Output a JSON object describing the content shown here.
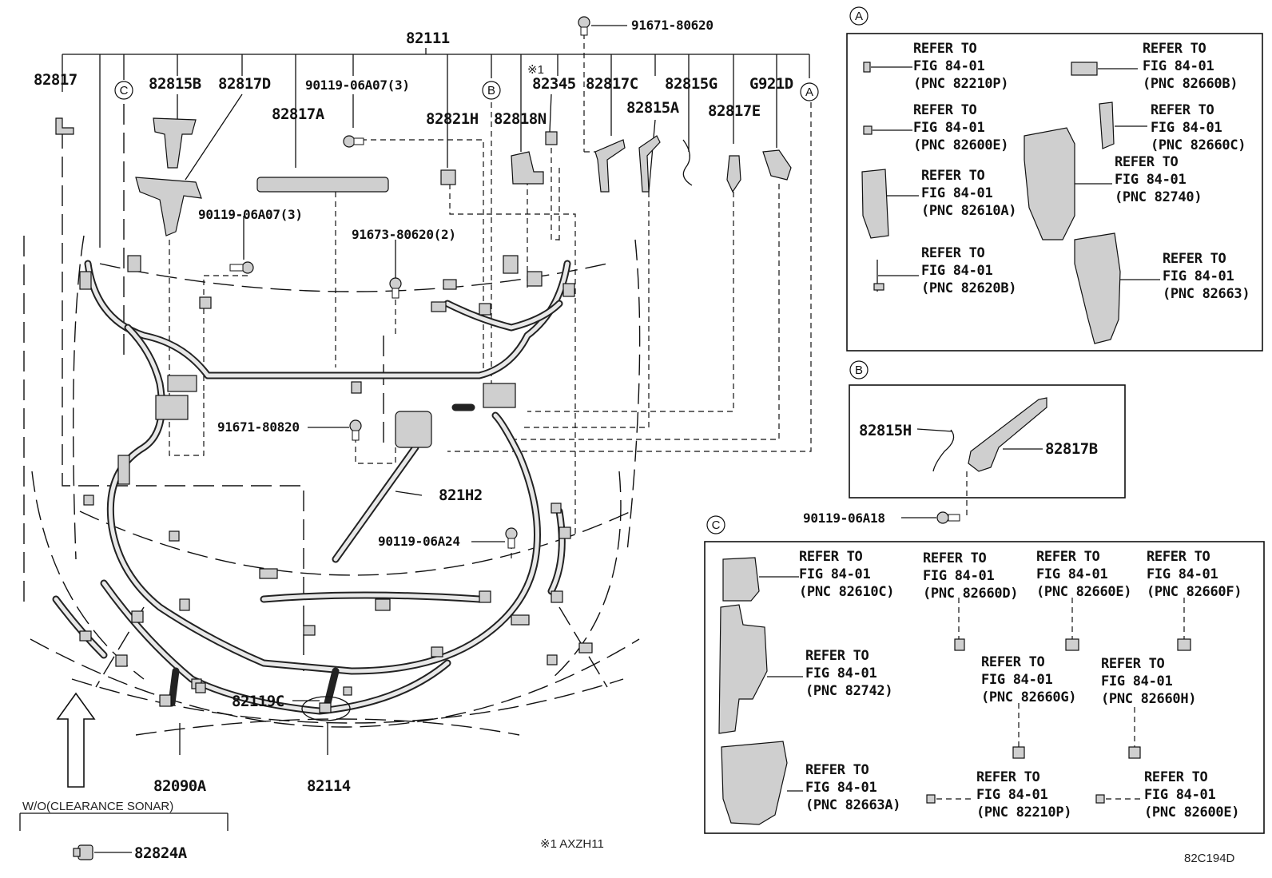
{
  "diagram_code": "82C194D",
  "footnote": "※1 AXZH11",
  "footnote_mark": "※1",
  "variant_label": "W/O(CLEARANCE SONAR)",
  "callouts": {
    "a": "A",
    "b": "B",
    "c": "C"
  },
  "main_parts": {
    "p82111": "82111",
    "p82817": "82817",
    "p82815B": "82815B",
    "p82817D": "82817D",
    "p82817A": "82817A",
    "p90119_06A07_3a": "90119-06A07(3)",
    "p90119_06A07_3b": "90119-06A07(3)",
    "p82821H": "82821H",
    "p82818N": "82818N",
    "p82345": "82345",
    "p82817C": "82817C",
    "p82815A": "82815A",
    "p82815G": "82815G",
    "p82817E": "82817E",
    "pG921D": "G921D",
    "p91671_80620": "91671-80620",
    "p91673_80620_2": "91673-80620(2)",
    "p91671_80820": "91671-80820",
    "p821H2": "821H2",
    "p90119_06A24": "90119-06A24",
    "p82119C": "82119C",
    "p82090A": "82090A",
    "p82114": "82114",
    "p82824A": "82824A"
  },
  "box_a": {
    "refs": [
      {
        "l1": "REFER TO",
        "l2": "FIG 84-01",
        "l3": "(PNC 82210P)"
      },
      {
        "l1": "REFER TO",
        "l2": "FIG 84-01",
        "l3": "(PNC 82660B)"
      },
      {
        "l1": "REFER TO",
        "l2": "FIG 84-01",
        "l3": "(PNC 82600E)"
      },
      {
        "l1": "REFER TO",
        "l2": "FIG 84-01",
        "l3": "(PNC 82660C)"
      },
      {
        "l1": "REFER TO",
        "l2": "FIG 84-01",
        "l3": "(PNC 82610A)"
      },
      {
        "l1": "REFER TO",
        "l2": "FIG 84-01",
        "l3": "(PNC 82740)"
      },
      {
        "l1": "REFER TO",
        "l2": "FIG 84-01",
        "l3": "(PNC 82620B)"
      },
      {
        "l1": "REFER TO",
        "l2": "FIG 84-01",
        "l3": "(PNC 82663)"
      }
    ]
  },
  "box_b": {
    "p82815H": "82815H",
    "p82817B": "82817B",
    "p90119_06A18": "90119-06A18"
  },
  "box_c": {
    "refs": [
      {
        "l1": "REFER TO",
        "l2": "FIG 84-01",
        "l3": "(PNC 82610C)"
      },
      {
        "l1": "REFER TO",
        "l2": "FIG 84-01",
        "l3": "(PNC 82660D)"
      },
      {
        "l1": "REFER TO",
        "l2": "FIG 84-01",
        "l3": "(PNC 82660E)"
      },
      {
        "l1": "REFER TO",
        "l2": "FIG 84-01",
        "l3": "(PNC 82660F)"
      },
      {
        "l1": "REFER TO",
        "l2": "FIG 84-01",
        "l3": "(PNC 82742)"
      },
      {
        "l1": "REFER TO",
        "l2": "FIG 84-01",
        "l3": "(PNC 82660G)"
      },
      {
        "l1": "REFER TO",
        "l2": "FIG 84-01",
        "l3": "(PNC 82660H)"
      },
      {
        "l1": "REFER TO",
        "l2": "FIG 84-01",
        "l3": "(PNC 82663A)"
      },
      {
        "l1": "REFER TO",
        "l2": "FIG 84-01",
        "l3": "(PNC 82210P)"
      },
      {
        "l1": "REFER TO",
        "l2": "FIG 84-01",
        "l3": "(PNC 82600E)"
      }
    ]
  }
}
